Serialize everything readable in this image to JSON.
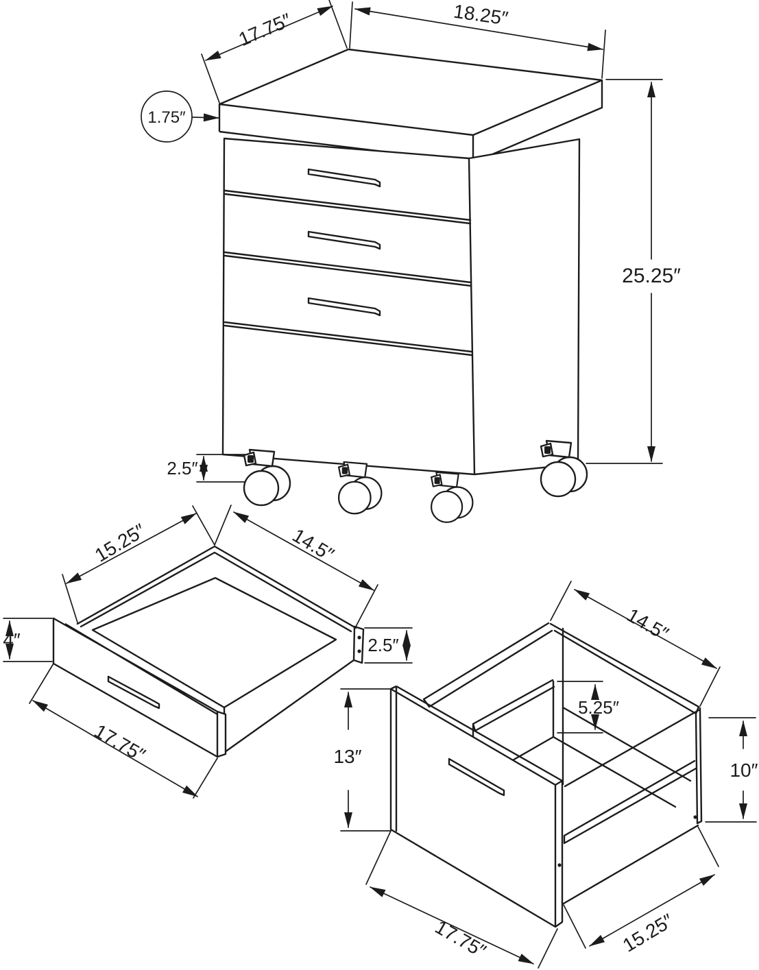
{
  "page": {
    "background": "#ffffff",
    "line_color": "#1c1c1c"
  },
  "views": {
    "cabinet": {
      "description": "3-drawer mobile file cabinet front view",
      "labels": {
        "depth": "17.75″",
        "width": "18.25″",
        "top_thickness": "1.75″",
        "height": "25.25″",
        "caster_height": "2.5″"
      }
    },
    "small_drawer": {
      "description": "shallow utility drawer detail",
      "labels": {
        "depth": "15.25″",
        "inner_width": "14.5″",
        "front_height": "4″",
        "side_height": "2.5″",
        "width": "17.75″"
      }
    },
    "file_drawer": {
      "description": "deep file drawer detail",
      "labels": {
        "inner_width": "14.5″",
        "divider_height": "5.25″",
        "front_height": "13″",
        "side_height": "10″",
        "width": "17.75″",
        "depth": "15.25″"
      }
    }
  }
}
